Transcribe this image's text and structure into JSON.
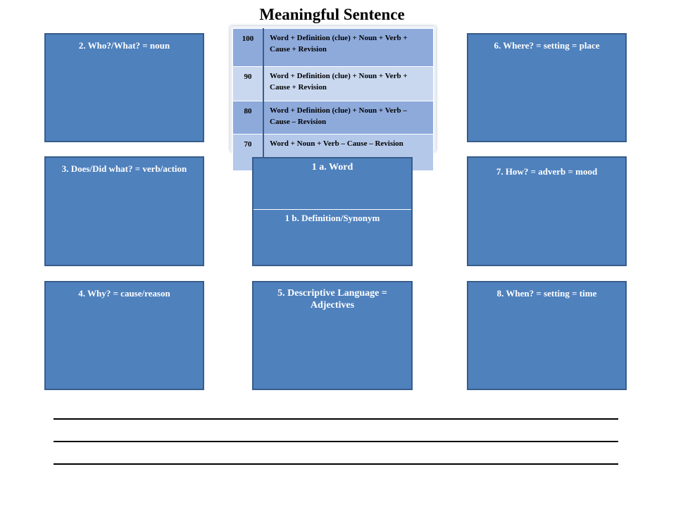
{
  "title": "Meaningful Sentence",
  "rubric": [
    {
      "score": "100",
      "description": "Word + Definition (clue) + Noun + Verb + Cause + Revision"
    },
    {
      "score": "90",
      "description": "Word + Definition (clue) + Noun + Verb + Cause + Revision"
    },
    {
      "score": "80",
      "description": "Word + Definition (clue) + Noun + Verb – Cause – Revision"
    },
    {
      "score": "70",
      "description": "Word + Noun + Verb – Cause – Revision"
    }
  ],
  "boxes": {
    "word": "1 a. Word",
    "definition": "1 b. Definition/Synonym",
    "who": "2. Who?/What? = noun",
    "does": "3. Does/Did what? = verb/action",
    "why": "4. Why? = cause/reason",
    "descriptive": "5. Descriptive Language = Adjectives",
    "where": "6. Where? = setting = place",
    "how": "7. How? = adverb = mood",
    "when": "8. When? = setting = time"
  },
  "colors": {
    "box_fill": "#4f81bd",
    "box_border": "#385d8a",
    "rubric_dark": "#8eaadb",
    "rubric_light": "#c9d8ef"
  },
  "writing_lines": 3
}
